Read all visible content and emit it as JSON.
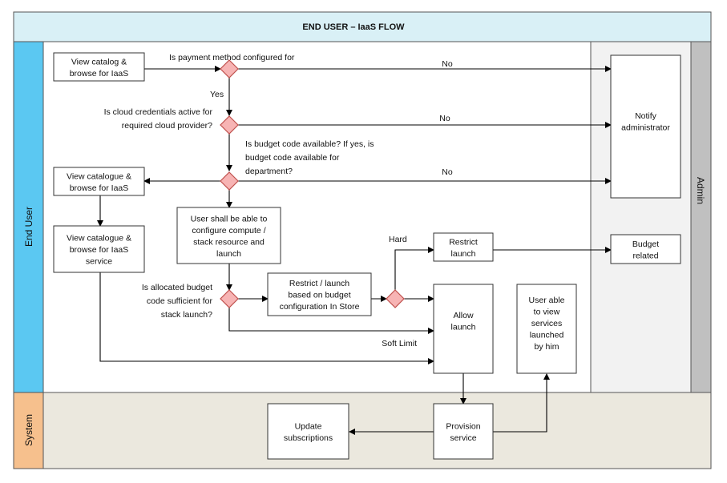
{
  "title": "END USER – IaaS FLOW",
  "lanes": {
    "end_user": "End User",
    "system": "System",
    "admin": "Admin"
  },
  "colors": {
    "title_bar": "#d9f0f6",
    "end_user_lane": "#5bc8f2",
    "system_lane": "#f6c08d",
    "admin_lane": "#c0c0c0",
    "admin_area": "#f2f2f2",
    "system_area": "#ebe8de",
    "decision_fill": "#f7b4b4",
    "decision_stroke": "#c0504d"
  },
  "nodes": {
    "view_catalog_1": [
      "View catalog &",
      "browse for IaaS"
    ],
    "view_catalogue_2": [
      "View catalogue &",
      "browse for IaaS"
    ],
    "view_catalogue_service": [
      "View catalogue &",
      "browse for IaaS",
      "service"
    ],
    "configure": [
      "User shall be able to",
      "configure compute /",
      "stack resource and",
      "launch"
    ],
    "restrict_launch_store": [
      "Restrict / launch",
      "based on budget",
      "configuration In Store"
    ],
    "restrict_launch": [
      "Restrict",
      "launch"
    ],
    "allow_launch": [
      "Allow",
      "launch"
    ],
    "user_view_services": [
      "User able",
      "to view",
      "services",
      "launched",
      "by him"
    ],
    "notify_admin": [
      "Notify",
      "administrator"
    ],
    "budget_related": [
      "Budget",
      "related"
    ],
    "provision_service": [
      "Provision",
      "service"
    ],
    "update_subscriptions": [
      "Update",
      "subscriptions"
    ]
  },
  "labels": {
    "q_payment": "Is payment method configured for",
    "q_credentials": [
      "Is cloud credentials active for",
      "required cloud provider?"
    ],
    "q_budget_code": [
      "Is budget code available? If yes, is",
      "budget code available for",
      "department?"
    ],
    "q_allocated": [
      "Is allocated budget",
      "code sufficient for",
      "stack launch?"
    ],
    "no_1": "No",
    "no_2": "No",
    "no_3": "No",
    "yes": "Yes",
    "hard": "Hard",
    "soft_limit": "Soft Limit"
  }
}
